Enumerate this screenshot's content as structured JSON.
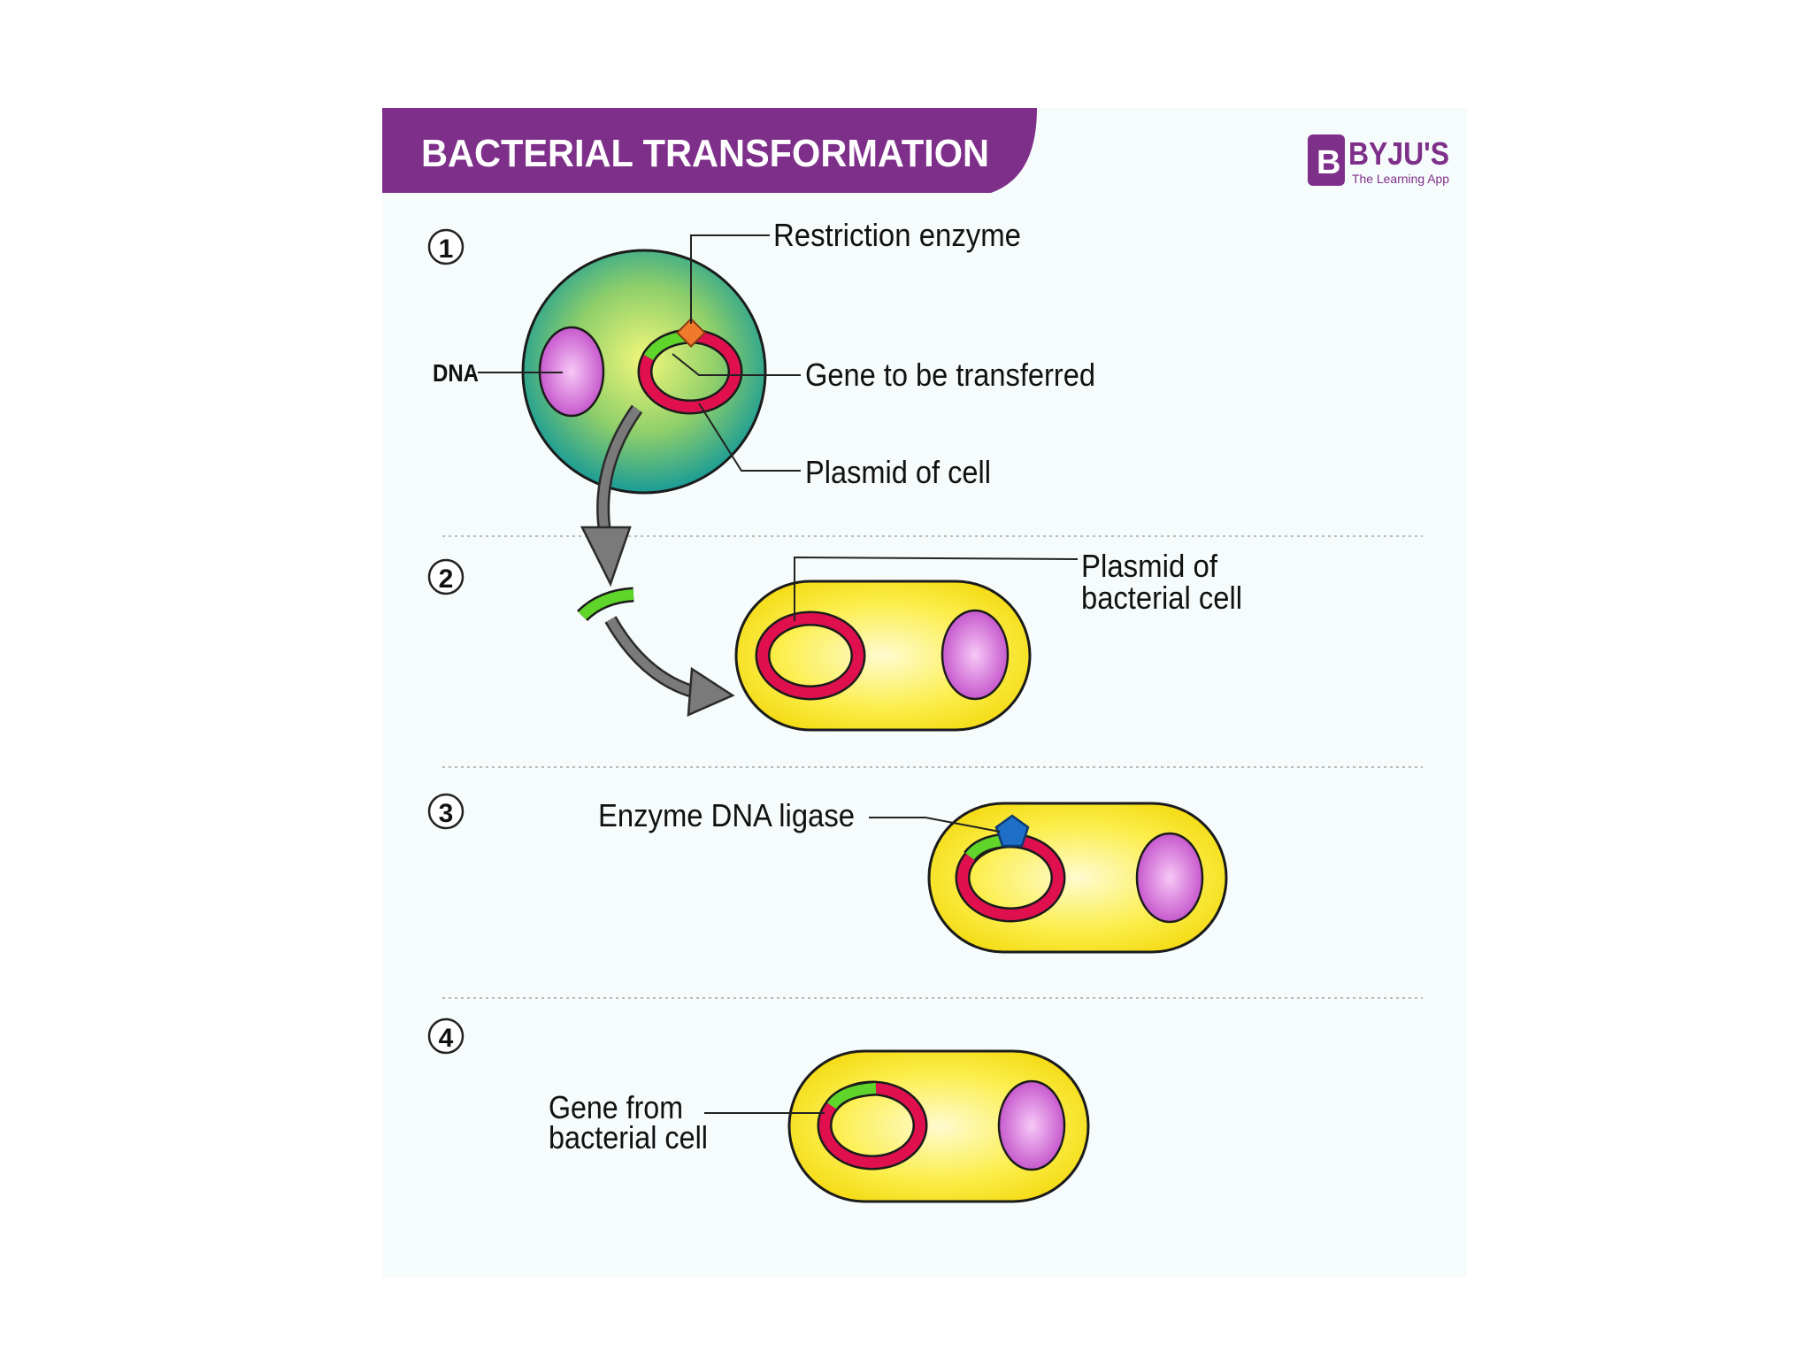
{
  "title": "BACTERIAL TRANSFORMATION",
  "brand": {
    "name": "BYJU'S",
    "tagline": "The Learning App",
    "initial": "B"
  },
  "steps": [
    "1",
    "2",
    "3",
    "4"
  ],
  "labels": {
    "restriction_enzyme": "Restriction enzyme",
    "dna": "DNA",
    "gene_to_be_transferred": "Gene to be transferred",
    "plasmid_of_cell": "Plasmid of cell",
    "plasmid_of_bacterial_cell_line1": "Plasmid of",
    "plasmid_of_bacterial_cell_line2": "bacterial cell",
    "enzyme_dna_ligase": "Enzyme DNA ligase",
    "gene_from_bacterial_cell_line1": "Gene from",
    "gene_from_bacterial_cell_line2": "bacterial cell"
  },
  "colors": {
    "title_band": "#7e2f8a",
    "brand": "#7e2f8a",
    "plasmid": "#e0104f",
    "gene": "#5fd42a",
    "restriction_enzyme": "#ef7a2c",
    "ligase": "#1f6fc8",
    "bacterium": "#f7e021",
    "dna_nucleoid": "#d36bd6",
    "donor_cell_outer": "#2aa89a",
    "donor_cell_inner": "#e9f46a",
    "arrow": "#6b6b6b"
  }
}
